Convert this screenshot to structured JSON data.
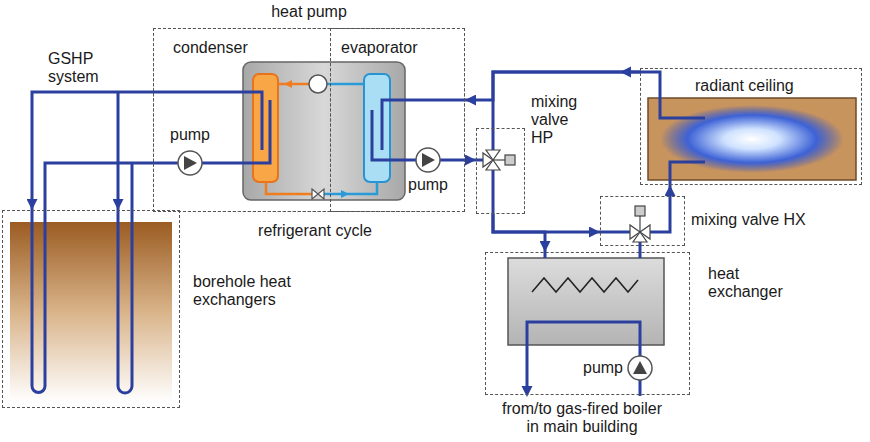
{
  "diagram": {
    "nodes": [
      {
        "text": [
          "heat pump"
        ]
      },
      {
        "text": [
          "condenser"
        ],
        "in": 0
      },
      {
        "text": [
          "evaporator"
        ],
        "in": 0
      },
      {
        "text": [
          "radiant ceiling"
        ]
      },
      {
        "text": [
          "mixing valve HP"
        ]
      },
      {
        "text": [
          "mixing valve HX"
        ]
      },
      {
        "text": [
          "borehole heat exchangers"
        ]
      },
      {
        "text": [
          "heat exchanger"
        ]
      }
    ],
    "edges": [
      {
        "from": 1,
        "to": 6,
        "arrow": "to"
      },
      {
        "from": 6,
        "to": 1,
        "arrow": "none"
      },
      {
        "from": 3,
        "to": 2,
        "arrow": "to"
      },
      {
        "from": 3,
        "to": 4,
        "arrow": "none"
      },
      {
        "from": 2,
        "to": 4,
        "arrow": "to"
      },
      {
        "from": 4,
        "to": 7,
        "arrow": "to"
      },
      {
        "from": 4,
        "to": 5,
        "arrow": "to"
      },
      {
        "from": 7,
        "to": 5,
        "arrow": "none"
      },
      {
        "from": 5,
        "to": 3,
        "arrow": "to"
      }
    ],
    "labels": [
      "GSHP system",
      "pump",
      "pump",
      "refrigerant cycle",
      "pump",
      "from/to gas-fired boiler in main building"
    ]
  }
}
